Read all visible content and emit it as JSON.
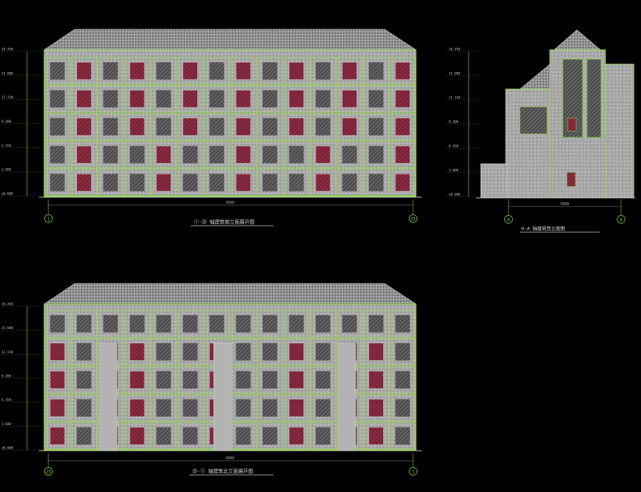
{
  "drawing": {
    "background": "#000000",
    "colors": {
      "facade": "#bdbdbd",
      "roof": "#9a9a9a",
      "hatch": "#6a6a6a",
      "outline": "#8ee03a",
      "window_glass": "#8a2a3e",
      "annotation": "#c9c9c9",
      "title_underline": "#d8d8d8",
      "axis_bubble": "#7ddc3a"
    },
    "views": [
      {
        "id": "front",
        "title": "①-㉕ 轴建筑南立面展开图",
        "axis_start": "1",
        "axis_end": "25",
        "dimension": "XXXX",
        "levels": [
          "18.450",
          "15.000",
          "12.150",
          "9.300",
          "6.450",
          "3.600",
          "±0.000"
        ]
      },
      {
        "id": "side",
        "title": "H-A 轴建筑西立面图",
        "axis_start": "H",
        "axis_end": "A",
        "dimension": "XXXX",
        "levels": [
          "18.450",
          "15.000",
          "12.150",
          "9.300",
          "6.450",
          "3.600",
          "±0.000"
        ]
      },
      {
        "id": "back",
        "title": "㉕-① 轴建筑北立面展开图",
        "axis_start": "25",
        "axis_end": "1",
        "dimension": "XXXX",
        "levels": [
          "18.450",
          "15.000",
          "12.150",
          "9.300",
          "6.450",
          "3.600",
          "±0.000"
        ]
      }
    ]
  }
}
